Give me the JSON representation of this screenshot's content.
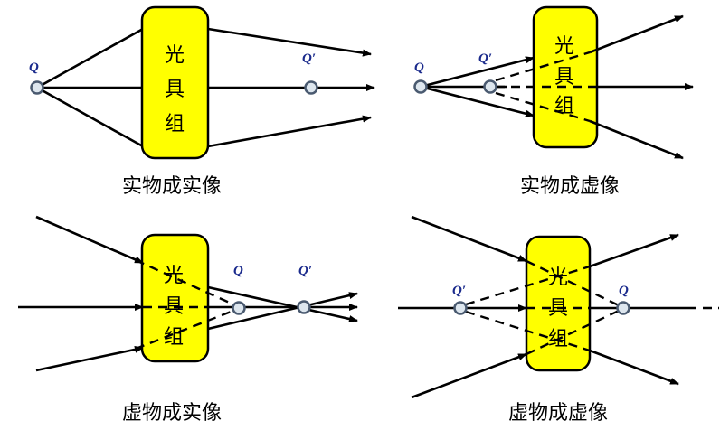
{
  "box_label": [
    "光",
    "具",
    "组"
  ],
  "object_label": "Q",
  "image_label": "Q′",
  "panels": [
    {
      "caption": "实物成实像"
    },
    {
      "caption": "实物成虚像"
    },
    {
      "caption": "虚物成实像"
    },
    {
      "caption": "虚物成虚像"
    }
  ],
  "colors": {
    "box": "#ffff00",
    "label": "#1a2a8c"
  }
}
